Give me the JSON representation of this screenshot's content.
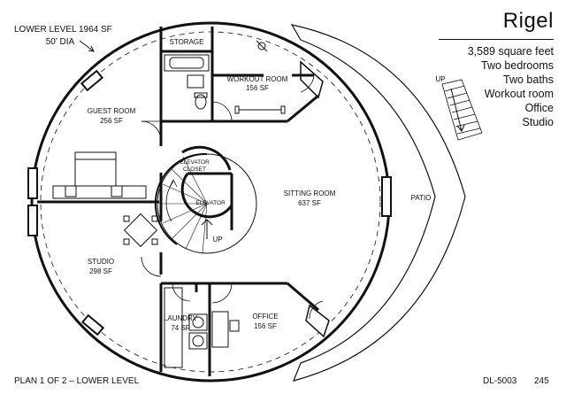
{
  "plan": {
    "name": "Rigel",
    "features": [
      "3,589 square feet",
      "Two bedrooms",
      "Two baths",
      "Workout room",
      "Office",
      "Studio"
    ],
    "level_label": "LOWER LEVEL 1964 SF",
    "diameter_label": "50' DIA",
    "footer_left": "PLAN 1 OF 2 – LOWER LEVEL",
    "footer_code": "DL-5003",
    "footer_page": "245"
  },
  "rooms": {
    "storage": "STORAGE",
    "workout": "WORKOUT ROOM",
    "workout_sf": "156 SF",
    "guest": "GUEST ROOM",
    "guest_sf": "256 SF",
    "elevator_closet_1": "ELEVATOR",
    "elevator_closet_2": "CLOSET",
    "elevator": "ELEVATOR",
    "sitting": "SITTING ROOM",
    "sitting_sf": "637 SF",
    "patio": "PATIO",
    "studio": "STUDIO",
    "studio_sf": "298 SF",
    "laundry": "LAUNDRY",
    "laundry_sf": "74 SF",
    "office": "OFFICE",
    "office_sf": "156 SF",
    "up_stair": "UP",
    "up_patio": "UP"
  }
}
